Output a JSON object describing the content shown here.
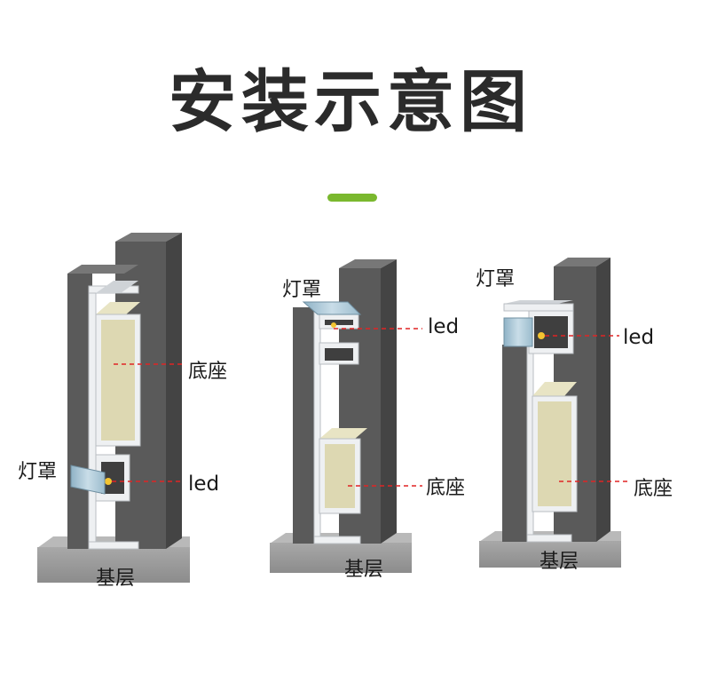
{
  "title": "安装示意图",
  "colors": {
    "accent": "#7ab82e",
    "dark_wall": "#5a5a5a",
    "dark_wall_top": "#777777",
    "dark_wall_side": "#444444",
    "base": "#9a9a9a",
    "base_top": "#b9b9b9",
    "frame": "#eef0f2",
    "seat_fill": "#ddd8b2",
    "cover": "#a9c6d6",
    "guide_line": "#e02424"
  },
  "diagrams": [
    {
      "name": "left",
      "labels": {
        "seat": "底座",
        "cover": "灯罩",
        "led": "led",
        "base": "基层"
      }
    },
    {
      "name": "middle",
      "labels": {
        "seat": "底座",
        "cover": "灯罩",
        "led": "led",
        "base": "基层"
      }
    },
    {
      "name": "right",
      "labels": {
        "seat": "底座",
        "cover": "灯罩",
        "led": "led",
        "base": "基层"
      }
    }
  ]
}
